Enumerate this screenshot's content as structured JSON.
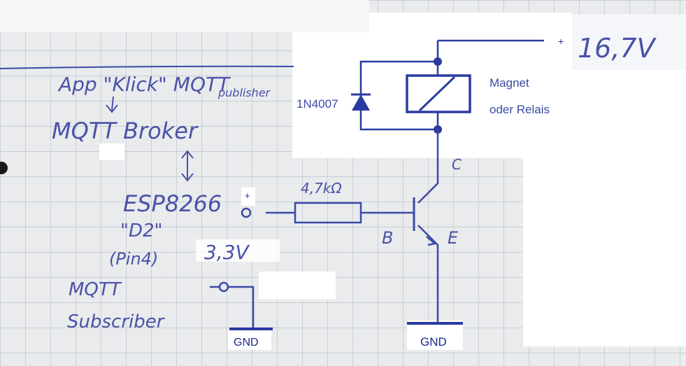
{
  "labels": {
    "voltage_supply": "16,7V",
    "plus_top": "+",
    "diode": "1N4007",
    "coil_line1": "Magnet",
    "coil_line2": "oder Relais",
    "collector": "C",
    "base": "B",
    "emitter": "E",
    "resistor": "4,7kΩ",
    "plus_input": "+",
    "esp": "ESP8266",
    "pin_d2": "\"D2\"",
    "pin4": "(Pin4)",
    "voltage_logic": "3,3V",
    "mqtt_sub_1": "MQTT",
    "mqtt_sub_2": "Subscriber",
    "app_line": "App \"Klick\" MQTT",
    "publisher": "publisher",
    "broker": "MQTT Broker",
    "gnd_left": "GND",
    "gnd_right": "GND"
  },
  "colors": {
    "ink": "#3a4aa6",
    "grid": "#b8bcc4",
    "paper": "#e9ebed"
  }
}
